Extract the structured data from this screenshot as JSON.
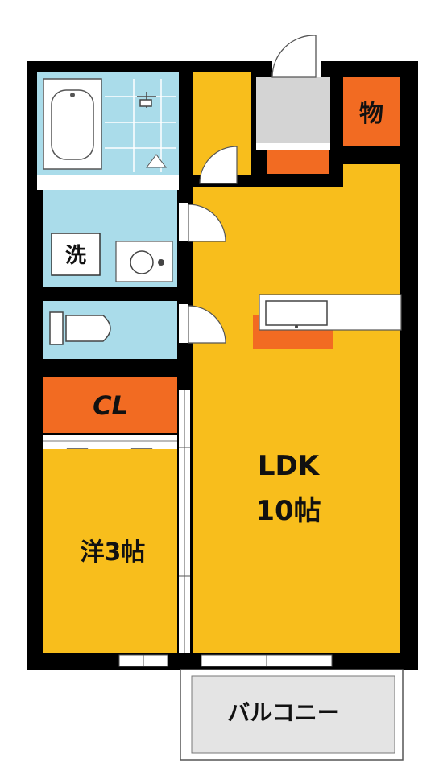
{
  "floorplan": {
    "rooms": {
      "storage_label": "物",
      "washroom_label": "洗",
      "closet_label": "CL",
      "ldk_name": "LDK",
      "ldk_size": "10帖",
      "western_room_label": "洋3帖",
      "balcony_label": "バルコニー"
    },
    "colors": {
      "wall": "#000000",
      "room_yellow": "#f8be1c",
      "accent_orange": "#f26b22",
      "wet_area_blue": "#aadcea",
      "fixture_white": "#ffffff",
      "fixture_gray": "#d4d4d4",
      "balcony_gray": "#e4e4e4"
    }
  }
}
